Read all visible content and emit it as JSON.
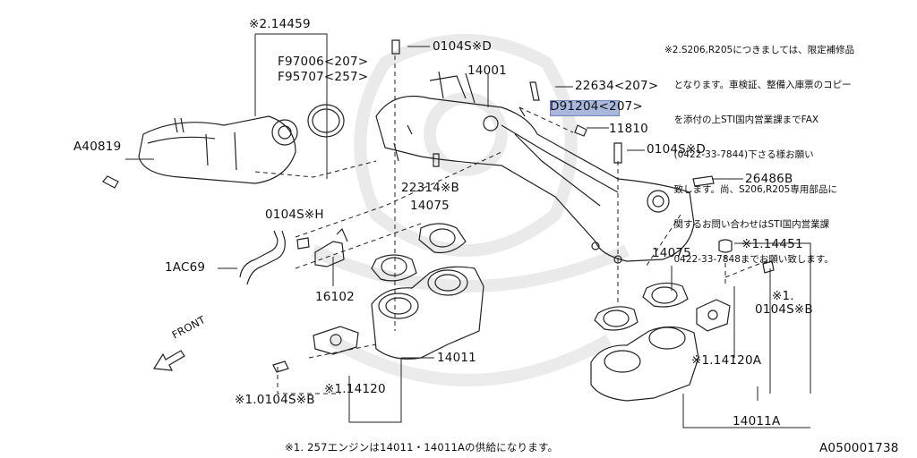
{
  "diagram": {
    "highlight_color": "#a9b7dc",
    "ink_color": "#222222",
    "labels": {
      "p_2_14459": "※2.14459",
      "f97006": "F97006<207>",
      "f95707": "F95707<257>",
      "a40819": "A40819",
      "bolt_top": "0104S※D",
      "p14001": "14001",
      "p22634": "22634<207>",
      "d91204_code": "D91204",
      "d91204_suffix": "<207>",
      "p11810": "11810",
      "bolt_mid": "0104S※D",
      "p26486b": "26486B",
      "p22314b": "22314※B",
      "p14075_left": "14075",
      "bolt_h": "0104S※H",
      "p1ac69": "1AC69",
      "p16102": "16102",
      "front": "FRONT",
      "p14011": "14011",
      "p_1_14120": "※1.14120",
      "p_1_0104sb": "※1.0104S※B",
      "p14075_right": "14075",
      "p_1_14451": "※1.14451",
      "p_1_0104sb_right_1": "※1.",
      "p_1_0104sb_right_2": "0104S※B",
      "p_1_14120a": "※1.14120A",
      "p14011a": "14011A"
    },
    "note_lines": [
      "※2.S206,R205につきましては、限定補修品",
      "　となります。車検証、整備入庫票のコピー",
      "　を添付の上STI国内営業課までFAX",
      "　(0422-33-7844)下さる様お願い",
      "　致します。尚、S206,R205専用部品に",
      "　関するお問い合わせはSTI国内営業課",
      "　0422-33-7848までお願い致します。"
    ],
    "footnote": "※1. 257エンジンは14011・14011Aの供給になります。",
    "figure_id": "A050001738"
  }
}
